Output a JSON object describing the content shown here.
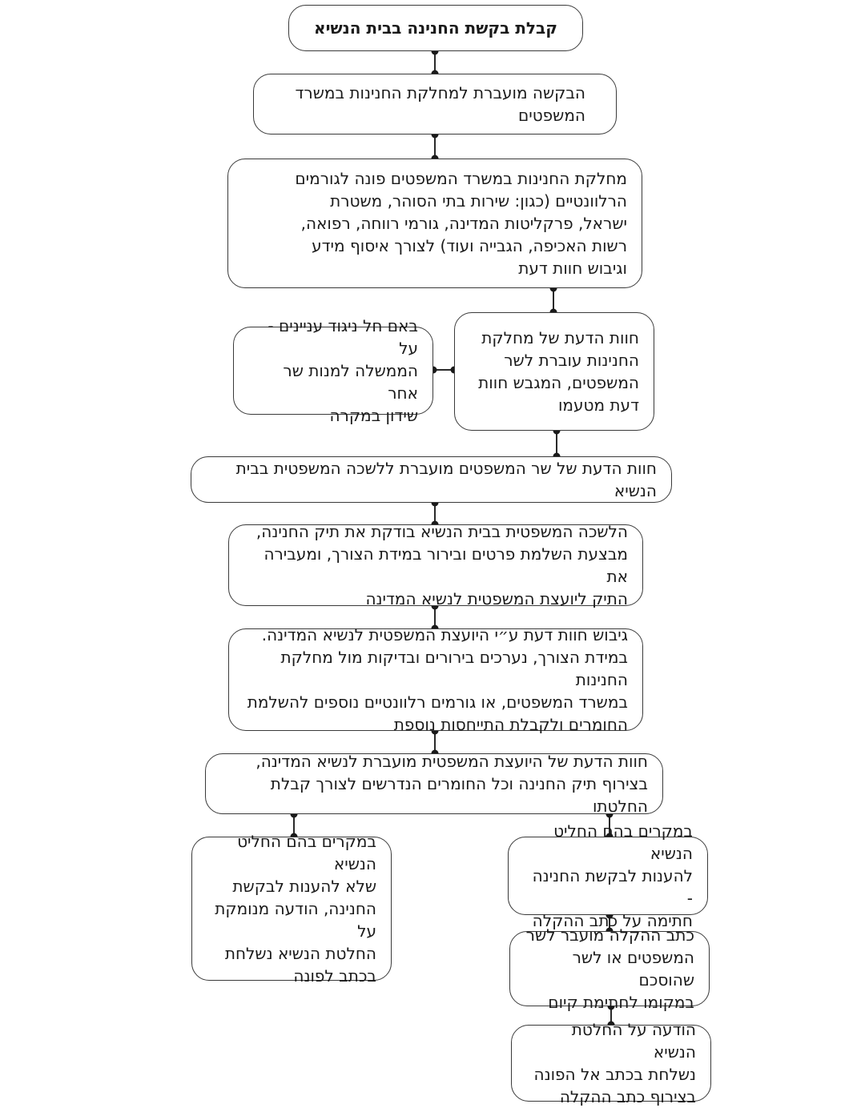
{
  "nodes": {
    "n1": "קבלת בקשת החנינה בבית הנשיא",
    "n2": "הבקשה מועברת למחלקת החנינות במשרד\nהמשפטים",
    "n3": "מחלקת החנינות במשרד המשפטים פונה לגורמים\nהרלוונטיים (כגון: שירות בתי הסוהר, משטרת\nישראל, פרקליטות המדינה, גורמי רווחה, רפואה,\nרשות האכיפה, הגבייה ועוד) לצורך איסוף מידע\nוגיבוש חוות דעת",
    "n4": "חוות הדעת של מחלקת\nהחנינות עוברת לשר\nהמשפטים, המגבש חוות\nדעת מטעמו",
    "n5": "באם חל ניגוד עניינים - על\nהממשלה למנות שר אחר\nשידון במקרה",
    "n6": "חוות הדעת של שר המשפטים מועברת ללשכה המשפטית בבית הנשיא",
    "n7": "הלשכה המשפטית בבית הנשיא בודקת את תיק החנינה,\nמבצעת השלמת פרטים ובירור במידת הצורך, ומעבירה את\nהתיק ליועצת המשפטית לנשיא המדינה",
    "n8": "גיבוש חוות דעת ע״י היועצת המשפטית לנשיא המדינה.\nבמידת הצורך, נערכים בירורים ובדיקות מול מחלקת החנינות\nבמשרד המשפטים, או גורמים רלוונטיים נוספים להשלמת\nהחומרים ולקבלת התייחסות נוספת",
    "n9": "חוות הדעת של היועצת המשפטית מועברת לנשיא המדינה,\nבצירוף תיק החנינה וכל החומרים הנדרשים לצורך קבלת החלטתו",
    "n10": "במקרים בהם החליט הנשיא\nלהענות לבקשת החנינה -\nחתימה על כתב ההקלה",
    "n11": "במקרים בהם החליט הנשיא\nשלא להענות לבקשת\nהחנינה, הודעה מנומקת על\nהחלטת הנשיא נשלחת\nבכתב לפונה",
    "n12": "כתב ההקלה מועבר לשר\nהמשפטים או לשר שהוסכם\nבמקומו לחתימת קיום",
    "n13": "הודעה על החלטת הנשיא\nנשלחת בכתב אל הפונה\nבצירוף כתב ההקלה"
  }
}
